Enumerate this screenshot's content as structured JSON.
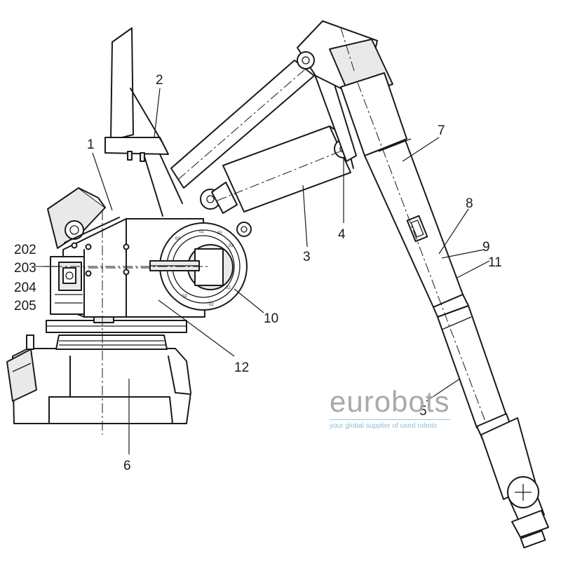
{
  "diagram": {
    "labels": [
      {
        "key": "label-1",
        "text": "1"
      },
      {
        "key": "label-2",
        "text": "2"
      },
      {
        "key": "label-3",
        "text": "3"
      },
      {
        "key": "label-4",
        "text": "4"
      },
      {
        "key": "label-5",
        "text": "5"
      },
      {
        "key": "label-6",
        "text": "6"
      },
      {
        "key": "label-7",
        "text": "7"
      },
      {
        "key": "label-8",
        "text": "8"
      },
      {
        "key": "label-9",
        "text": "9"
      },
      {
        "key": "label-10",
        "text": "10"
      },
      {
        "key": "label-11",
        "text": "11"
      },
      {
        "key": "label-12",
        "text": "12"
      },
      {
        "key": "label-202",
        "text": "202"
      },
      {
        "key": "label-203",
        "text": "203"
      },
      {
        "key": "label-204",
        "text": "204"
      },
      {
        "key": "label-205",
        "text": "205"
      }
    ],
    "ring_marks": "02"
  },
  "watermark": {
    "name": "eurobots",
    "tagline": "your global supplier of used robots",
    "name_color": "#a9a9a9",
    "rule_color": "#9cc5dc",
    "tagline_color": "#8fbcd4"
  }
}
